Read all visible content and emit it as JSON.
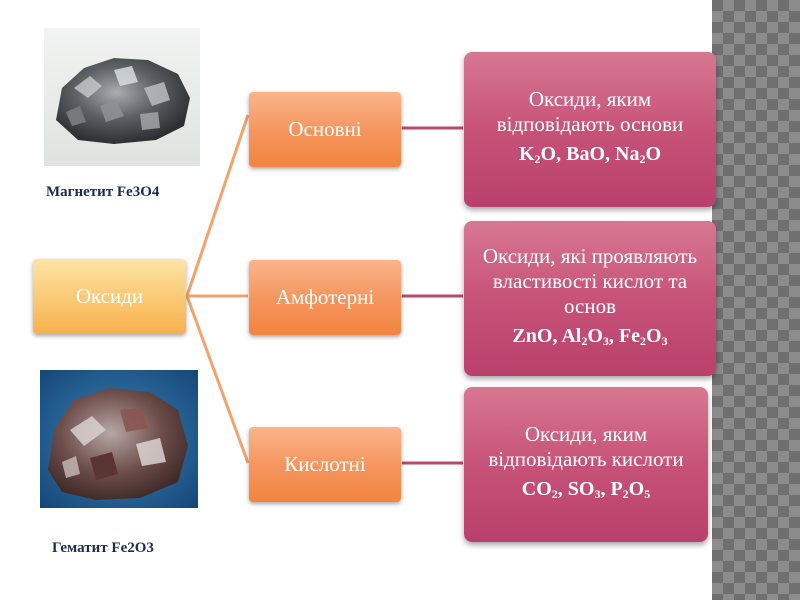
{
  "root": {
    "label": "Оксиди"
  },
  "categories": [
    {
      "label": "Основні",
      "description": "Оксиди, яким відповідають основи",
      "formulas": [
        [
          {
            "t": "K"
          },
          {
            "s": "2"
          },
          {
            "t": "O, BaO, Na"
          },
          {
            "s": "2"
          },
          {
            "t": "O"
          }
        ]
      ]
    },
    {
      "label": "Амфотерні",
      "description": "Оксиди, які проявляють властивості кислот та основ",
      "formulas": [
        [
          {
            "t": "ZnO, Al"
          },
          {
            "s": "2"
          },
          {
            "t": "O"
          },
          {
            "s": "3"
          },
          {
            "t": ", Fe"
          },
          {
            "s": "2"
          },
          {
            "t": "O"
          },
          {
            "s": "3"
          }
        ]
      ]
    },
    {
      "label": "Кислотні",
      "description": "Оксиди, яким відповідають кислоти",
      "formulas": [
        [
          {
            "t": "CO"
          },
          {
            "s": "2"
          },
          {
            "t": ", SO"
          },
          {
            "s": "3"
          },
          {
            "t": ", P"
          },
          {
            "s": "2"
          },
          {
            "t": "O"
          },
          {
            "s": "5"
          }
        ]
      ]
    }
  ],
  "images": {
    "magnetite_caption": "Магнетит Fe3O4",
    "hematite_caption": "Гематит Fe2O3"
  },
  "colors": {
    "orange_box": "#f5945c",
    "root_box": "#fbc873",
    "pink_box": "#c75379",
    "connector_orange": "#f3a26c",
    "connector_pink": "#b84a6e",
    "caption_text": "#1b2b55"
  }
}
